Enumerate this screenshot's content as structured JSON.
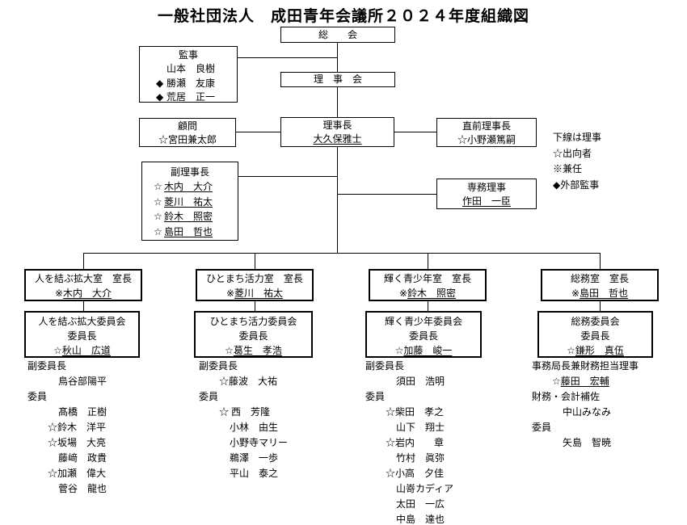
{
  "title": "一般社団法人　成田青年会議所２０２４年度組織図",
  "soukai": "総　　会",
  "rijikai": "理　事　会",
  "kanji": {
    "title": "監事",
    "rows": [
      {
        "p": "",
        "n": "山本　良樹"
      },
      {
        "p": "◆",
        "n": "勝瀬　友康"
      },
      {
        "p": "◆",
        "n": "荒居　正一"
      }
    ]
  },
  "komon": {
    "title": "顧問",
    "name": "☆宮田兼太郎"
  },
  "rijicho": {
    "title": "理事長",
    "name": "大久保雅士"
  },
  "chokuzen": {
    "title": "直前理事長",
    "name": "☆小野瀬篤嗣"
  },
  "fuku": {
    "title": "副理事長",
    "rows": [
      {
        "p": "☆",
        "n": "木内　大介"
      },
      {
        "p": "☆",
        "n": "菱川　祐太"
      },
      {
        "p": "☆",
        "n": "鈴木　照密"
      },
      {
        "p": "☆",
        "n": "島田　哲也"
      }
    ]
  },
  "senmu": {
    "title": "専務理事",
    "name": "作田　一臣"
  },
  "legend": [
    "下線は理事",
    "☆出向者",
    "※兼任",
    "◆外部監事"
  ],
  "depts": [
    {
      "title": "人を結ぶ拡大室　室長",
      "p": "※",
      "chief": "木内　大介"
    },
    {
      "title": "ひとまち活力室　室長",
      "p": "※",
      "chief": "菱川　祐太"
    },
    {
      "title": "輝く青少年室　室長",
      "p": "※",
      "chief": "鈴木　照密"
    },
    {
      "title": "総務室　室長",
      "p": "※",
      "chief": "島田　哲也"
    }
  ],
  "committees": [
    {
      "title": "人を結ぶ拡大委員会",
      "role": "委員長",
      "p": "☆",
      "chair": "秋山　広道"
    },
    {
      "title": "ひとまち活力委員会",
      "role": "委員長",
      "p": "☆",
      "chair": "葛生　孝浩"
    },
    {
      "title": "輝く青少年委員会",
      "role": "委員長",
      "p": "☆",
      "chair": "加藤　峻一"
    },
    {
      "title": "総務委員会",
      "role": "委員長",
      "p": "☆",
      "chair": "鎌形　真伍"
    }
  ],
  "rosters": {
    "c1": [
      "副委員長",
      "鳥谷部陽平",
      "委員",
      "髙橋　正樹",
      "☆鈴木　洋平",
      "☆坂場　大亮",
      "藤﨑　政貴",
      "☆加瀬　偉大",
      "菅谷　龍也"
    ],
    "c2": [
      "副委員長",
      "☆藤波　大祐",
      "委員",
      "☆ 西　芳隆",
      "小林　由生",
      "小野寺マリー",
      "鵜澤　一歩",
      "平山　泰之"
    ],
    "c3": [
      "副委員長",
      "須田　浩明",
      "委員",
      "☆柴田　孝之",
      "山下　翔士",
      "☆岩内　　章",
      "竹村　眞弥",
      "☆小高　夕佳",
      "山嵜カディア",
      "太田　一広",
      "中島　達也"
    ],
    "c4": {
      "l1": "事務局長兼財務担当理事",
      "p": "☆",
      "n": "藤田　宏輔",
      "l2": "財務・会計補佐",
      "m1": "中山みなみ",
      "l3": "委員",
      "m2": "矢島　智暁"
    }
  }
}
